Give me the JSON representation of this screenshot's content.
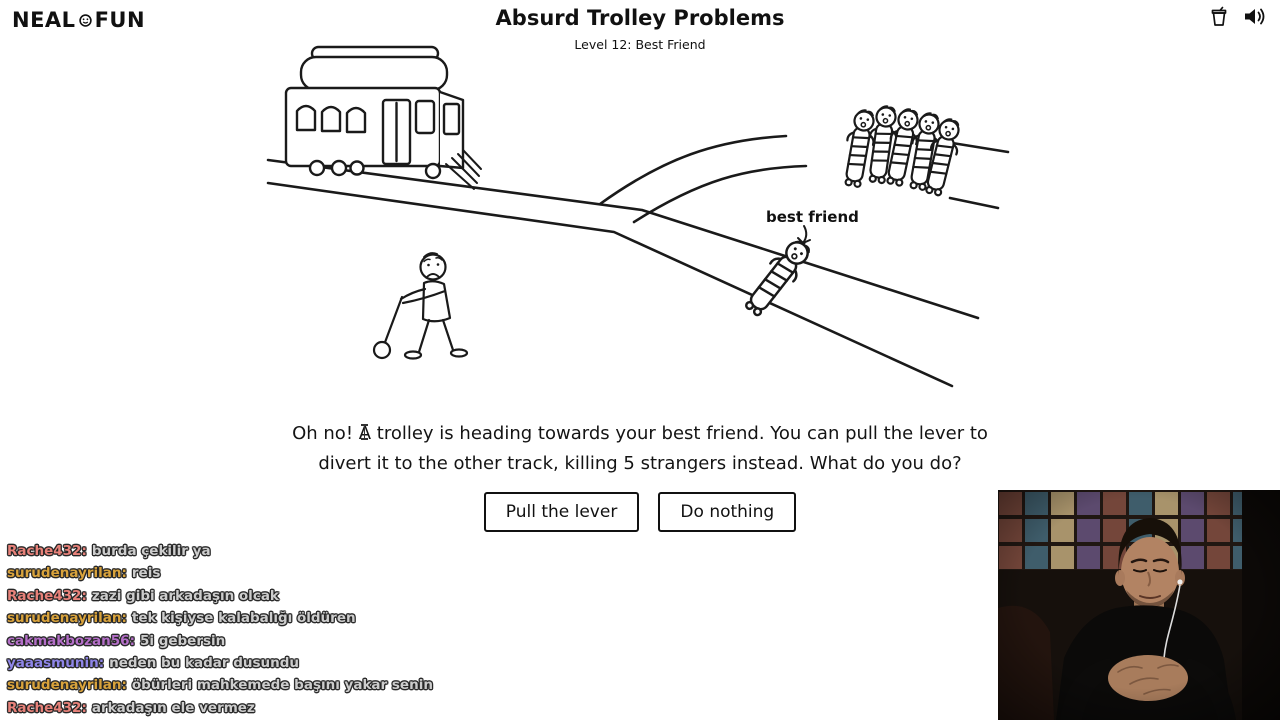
{
  "header": {
    "logo_part1": "NEAL",
    "logo_part2": "FUN",
    "title": "Absurd Trolley Problems",
    "subtitle": "Level 12: Best Friend",
    "tip_icon": "coffee-cup-tip-icon",
    "sound_icon": "speaker-sound-icon"
  },
  "scene": {
    "best_friend_label": "best friend"
  },
  "question": {
    "line1": "Oh no! A trolley is heading towards your best friend. You can pull the lever to",
    "line2": "divert it to the other track, killing 5 strangers instead. What do you do?"
  },
  "buttons": {
    "pull_lever": "Pull the lever",
    "do_nothing": "Do nothing"
  },
  "chat": {
    "separator": ":",
    "text_color": "#cdcdcd",
    "messages": [
      {
        "user": "Rache432",
        "color": "#e8827a",
        "text": "burda çekilir ya"
      },
      {
        "user": "surudenayrilan",
        "color": "#d9a33c",
        "text": "reis"
      },
      {
        "user": "Rache432",
        "color": "#e8827a",
        "text": "zazi gibi arkadaşın olcak"
      },
      {
        "user": "surudenayrilan",
        "color": "#d9a33c",
        "text": "tek kişiyse kalabalığı öldüren"
      },
      {
        "user": "cakmakbozan56",
        "color": "#b46fc8",
        "text": "5i gebersin"
      },
      {
        "user": "yaaasmunin",
        "color": "#8f86e8",
        "text": "neden bu kadar dusundu"
      },
      {
        "user": "surudenayrilan",
        "color": "#d9a33c",
        "text": "öbürleri mahkemede başını yakar senin"
      },
      {
        "user": "Rache432",
        "color": "#e8827a",
        "text": "arkadaşın ele vermez"
      }
    ]
  }
}
